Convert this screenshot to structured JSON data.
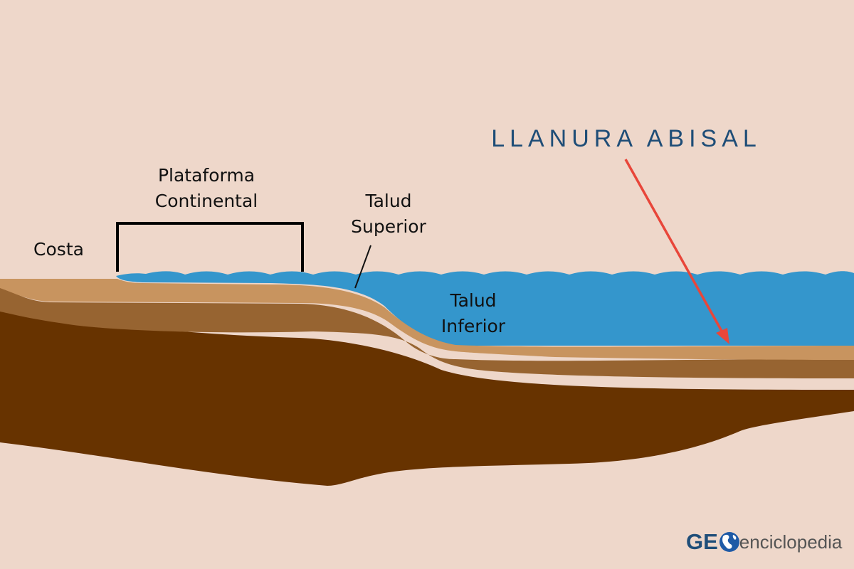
{
  "labels": {
    "costa": "Costa",
    "plataforma_line1": "Plataforma",
    "plataforma_line2": "Continental",
    "talud_superior_line1": "Talud",
    "talud_superior_line2": "Superior",
    "talud_inferior_line1": "Talud",
    "talud_inferior_line2": "Inferior",
    "title": "LLANURA ABISAL"
  },
  "logo": {
    "brand": "GE",
    "rest": "enciclopedia"
  },
  "colors": {
    "background": "#eed7ca",
    "sand": "#c8945f",
    "sediment": "#976431",
    "bedrock": "#673300",
    "water": "#3496cc",
    "arrow": "#e8463a",
    "title": "#1e4d77"
  }
}
